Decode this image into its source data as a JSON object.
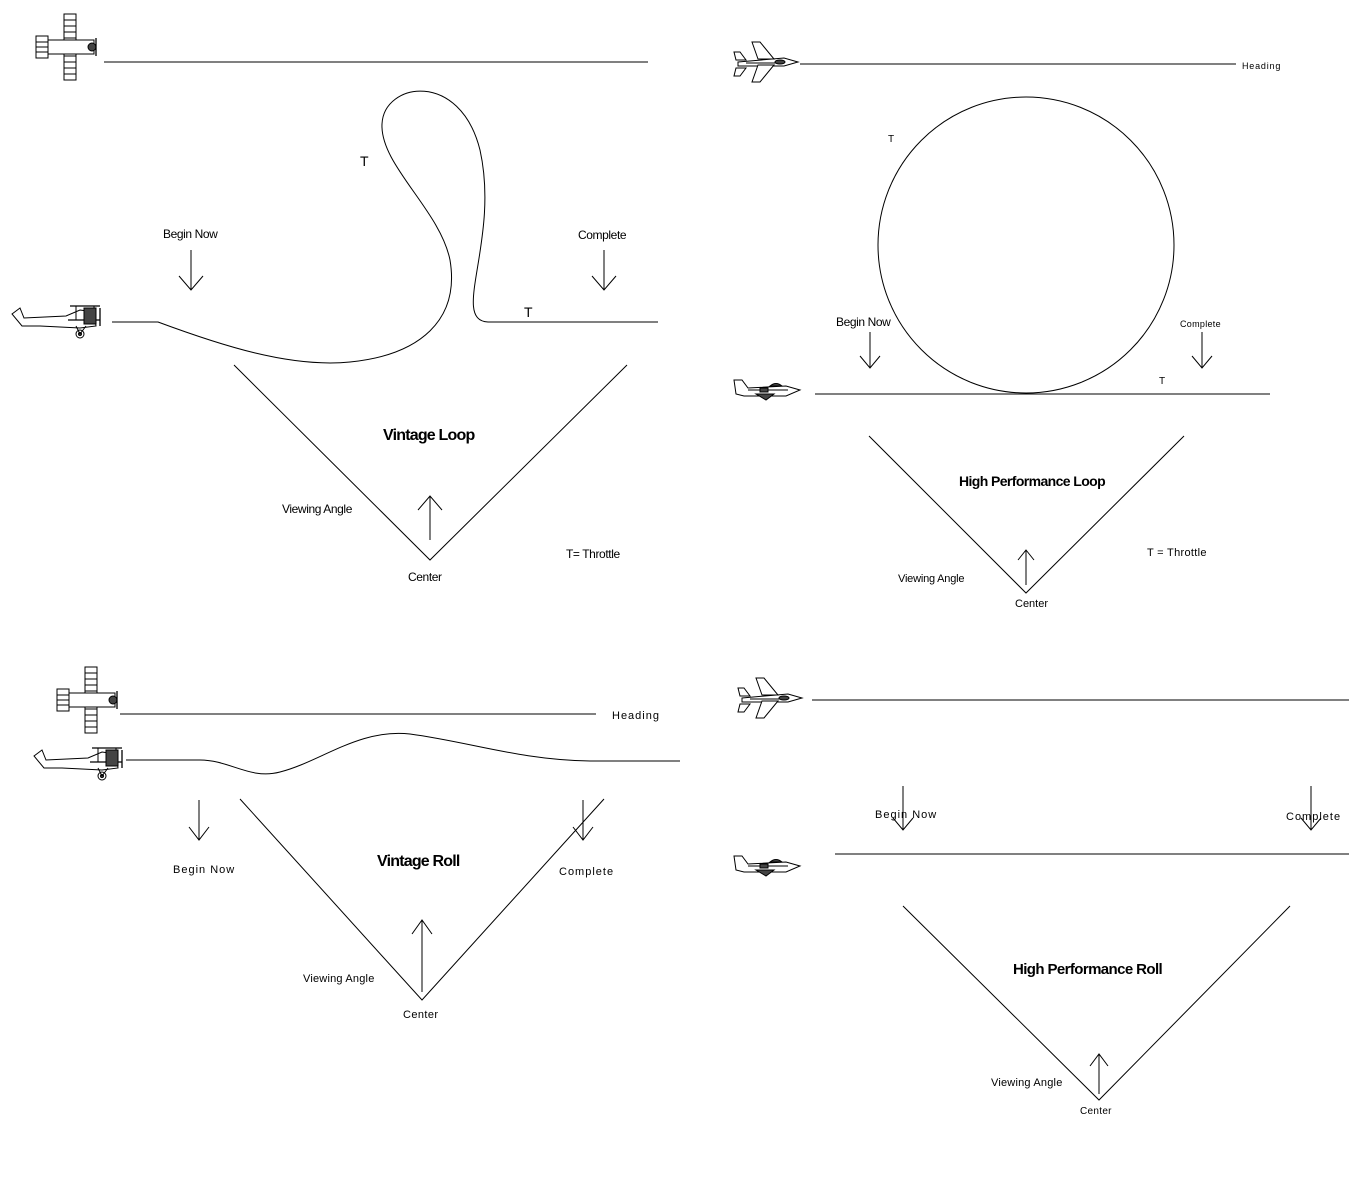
{
  "panels": {
    "vintage_loop": {
      "title": "Vintage Loop",
      "begin": "Begin Now",
      "complete": "Complete",
      "viewing": "Viewing Angle",
      "center": "Center",
      "legend": "T= Throttle",
      "throttle_top": "T",
      "throttle_bottom": "T"
    },
    "hp_loop": {
      "title": "High Performance Loop",
      "heading": "Heading",
      "begin": "Begin Now",
      "complete": "Complete",
      "viewing": "Viewing Angle",
      "center": "Center",
      "legend": "T = Throttle",
      "throttle_top": "T",
      "throttle_bottom": "T"
    },
    "vintage_roll": {
      "title": "Vintage Roll",
      "heading": "Heading",
      "begin": "Begin Now",
      "complete": "Complete",
      "viewing": "Viewing Angle",
      "center": "Center"
    },
    "hp_roll": {
      "title": "High Performance Roll",
      "begin": "Begin Now",
      "complete": "Complete",
      "viewing": "Viewing Angle",
      "center": "Center"
    }
  }
}
